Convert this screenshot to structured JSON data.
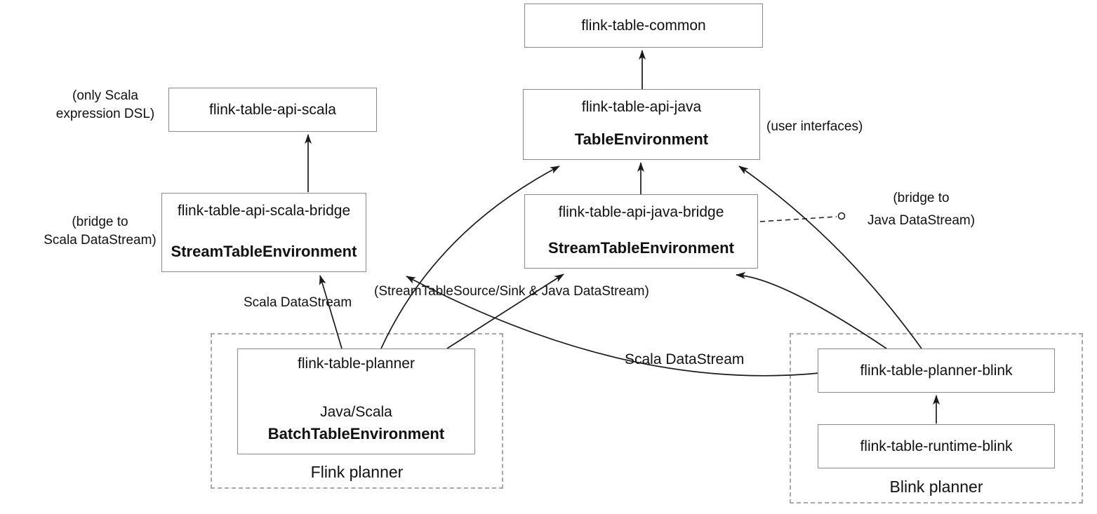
{
  "diagram": {
    "boxes": {
      "common": {
        "title": "flink-table-common"
      },
      "api_scala": {
        "title": "flink-table-api-scala"
      },
      "api_java": {
        "title": "flink-table-api-java",
        "subtitle": "TableEnvironment"
      },
      "scala_bridge": {
        "title": "flink-table-api-scala-bridge",
        "subtitle": "StreamTableEnvironment"
      },
      "java_bridge": {
        "title": "flink-table-api-java-bridge",
        "subtitle": "StreamTableEnvironment"
      },
      "planner": {
        "title": "flink-table-planner",
        "subtitle_line1": "Java/Scala",
        "subtitle_line2": "BatchTableEnvironment"
      },
      "planner_blink": {
        "title": "flink-table-planner-blink"
      },
      "runtime_blink": {
        "title": "flink-table-runtime-blink"
      }
    },
    "groups": {
      "flink_planner": {
        "label": "Flink planner"
      },
      "blink_planner": {
        "label": "Blink planner"
      }
    },
    "annotations": {
      "only_scala": {
        "line1": "(only Scala",
        "line2": "expression DSL)"
      },
      "bridge_scala": {
        "line1": "(bridge to",
        "line2": "Scala DataStream)"
      },
      "user_interfaces": "(user interfaces)",
      "bridge_java": {
        "line1": "(bridge to",
        "line2": "Java DataStream)"
      },
      "scala_datastream_left": "Scala DataStream",
      "stream_table_source": "(StreamTableSource/Sink & Java DataStream)",
      "scala_datastream_right": "Scala DataStream"
    },
    "colors": {
      "background": "#ffffff",
      "box_border": "#8a8a8a",
      "dashed_border": "#a8a8a8",
      "line": "#1a1a1a",
      "text": "#111111"
    }
  }
}
